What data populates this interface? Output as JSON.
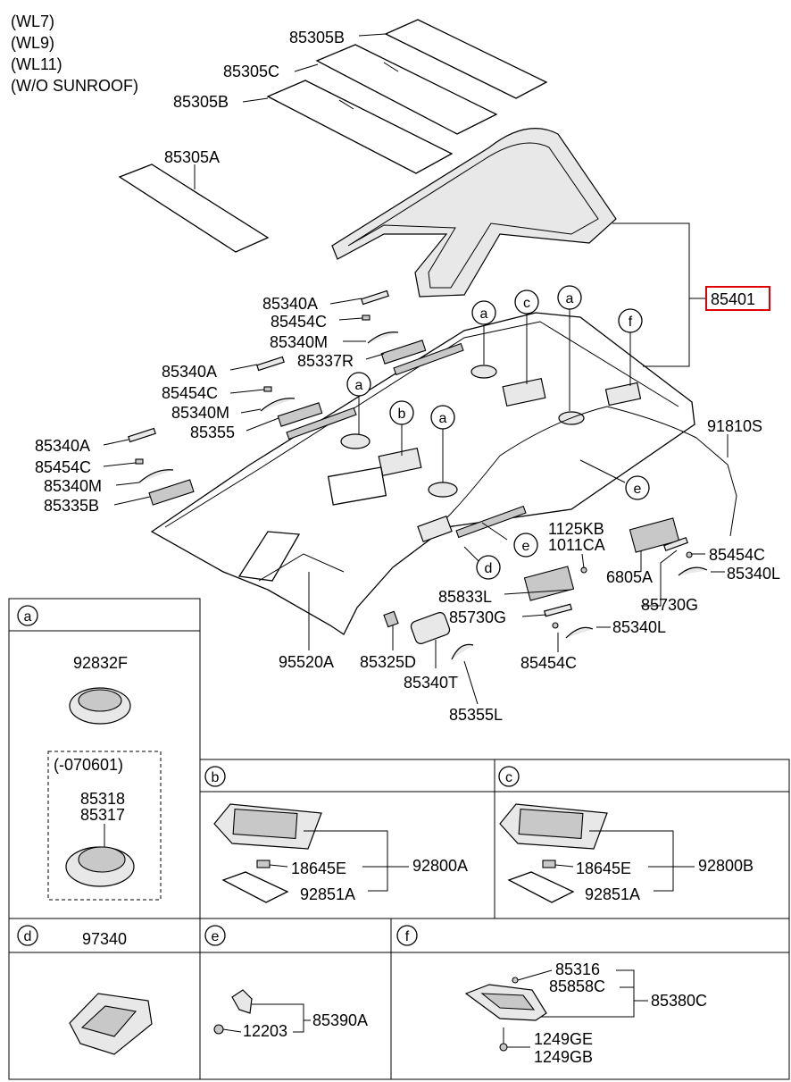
{
  "variants": [
    "(WL7)",
    "(WL9)",
    "(WL11)",
    "(W/O SUNROOF)"
  ],
  "highlight_color": "#e00000",
  "labels": {
    "p85305B_top": "85305B",
    "p85305C": "85305C",
    "p85305B_mid": "85305B",
    "p85305A": "85305A",
    "p85401": "85401",
    "p85340A_1": "85340A",
    "p85454C_1": "85454C",
    "p85340M_1": "85340M",
    "p85337R": "85337R",
    "p85340A_2": "85340A",
    "p85454C_2": "85454C",
    "p85340M_2": "85340M",
    "p85355": "85355",
    "p85340A_3": "85340A",
    "p85454C_3": "85454C",
    "p85340M_3": "85340M",
    "p85335B": "85335B",
    "p91810S": "91810S",
    "p1125KB": "1125KB",
    "p1011CA": "1011CA",
    "p85454C_r": "85454C",
    "p6805A": "6805A",
    "p85340L_r": "85340L",
    "p85833L": "85833L",
    "p85730G_r": "85730G",
    "p85730G": "85730G",
    "p85340L": "85340L",
    "p95520A": "95520A",
    "p85325D": "85325D",
    "p85340T": "85340T",
    "p85454C_b": "85454C",
    "p85355L": "85355L"
  },
  "callouts": {
    "a": "a",
    "b": "b",
    "c": "c",
    "d": "d",
    "e": "e",
    "f": "f"
  },
  "detail_boxes": {
    "a": {
      "letter": "a",
      "part_top": "92832F",
      "dated_note": "(-070601)",
      "part_1": "85318",
      "part_2": "85317"
    },
    "b": {
      "letter": "b",
      "bulb": "18645E",
      "lens": "92851A",
      "assembly": "92800A"
    },
    "c": {
      "letter": "c",
      "bulb": "18645E",
      "lens": "92851A",
      "assembly": "92800B"
    },
    "d": {
      "letter": "d",
      "part": "97340"
    },
    "e": {
      "letter": "e",
      "screw": "12203",
      "assembly": "85390A"
    },
    "f": {
      "letter": "f",
      "part_1": "85316",
      "part_2": "85858C",
      "assembly": "85380C",
      "bolt_1": "1249GE",
      "bolt_2": "1249GB"
    }
  }
}
